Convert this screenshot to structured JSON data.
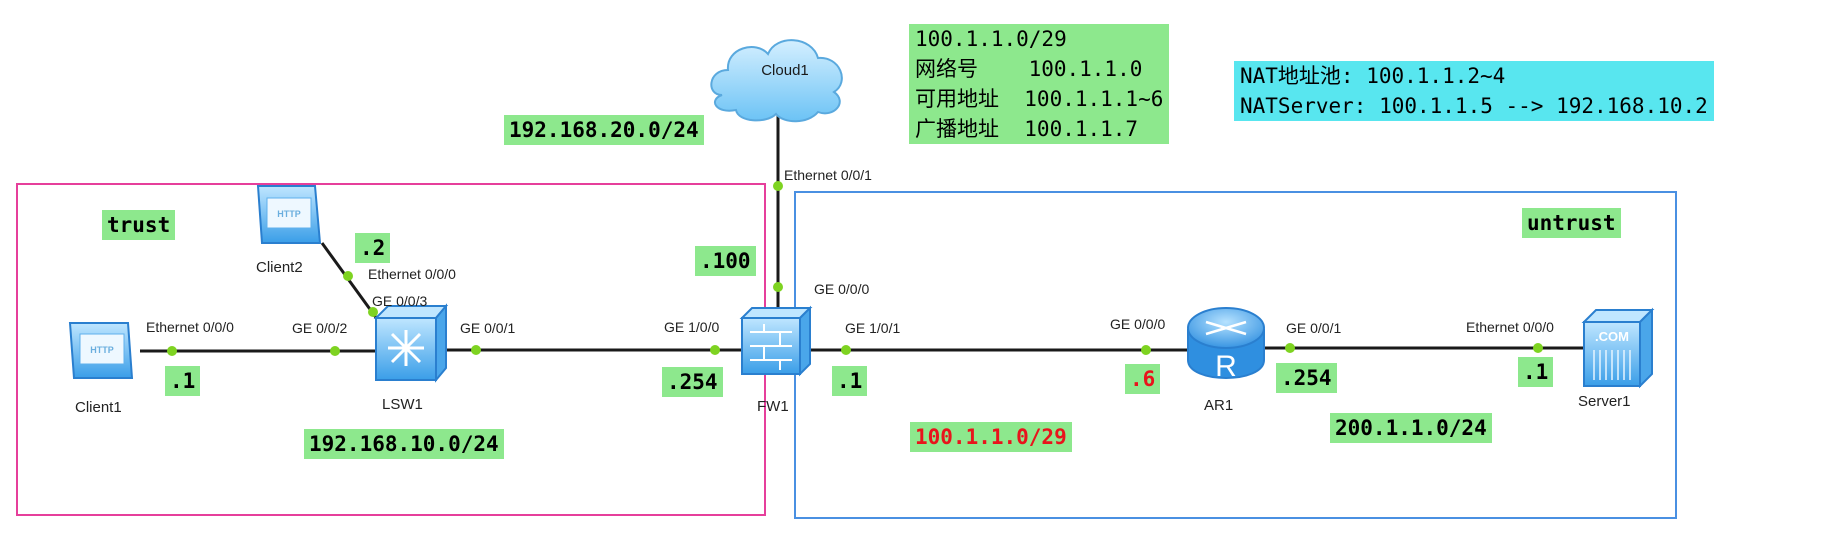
{
  "zones": {
    "trust": {
      "label": "trust",
      "color": "#e63f9b"
    },
    "untrust": {
      "label": "untrust",
      "color": "#4a90e2"
    }
  },
  "devices": {
    "client1": "Client1",
    "client2": "Client2",
    "lsw1": "LSW1",
    "fw1": "FW1",
    "ar1": "AR1",
    "server1": "Server1",
    "cloud1": "Cloud1"
  },
  "icon_text": {
    "http": "HTTP",
    "com": ".COM",
    "router": "R"
  },
  "ports": {
    "client1_eth": "Ethernet 0/0/0",
    "client2_eth": "Ethernet 0/0/0",
    "lsw1_ge003": "GE 0/0/3",
    "lsw1_ge002": "GE 0/0/2",
    "lsw1_ge001": "GE 0/0/1",
    "fw1_ge100": "GE 1/0/0",
    "fw1_ge101": "GE 1/0/1",
    "fw1_ge000": "GE 0/0/0",
    "cloud1_eth": "Ethernet 0/0/1",
    "ar1_ge000": "GE 0/0/0",
    "ar1_ge001": "GE 0/0/1",
    "server1_eth": "Ethernet 0/0/0"
  },
  "host_ids": {
    "client1": ".1",
    "client2": ".2",
    "fw1_inside": ".254",
    "fw1_outside": ".1",
    "fw1_cloud": ".100",
    "ar1_inside": ".6",
    "ar1_outside": ".254",
    "server1": ".1"
  },
  "networks": {
    "trust_lan": "192.168.10.0/24",
    "cloud_net": "192.168.20.0/24",
    "public_link": "100.1.1.0/29",
    "server_net": "200.1.1.0/24"
  },
  "subnet_info": [
    "100.1.1.0/29",
    "网络号    100.1.1.0",
    "可用地址  100.1.1.1~6",
    "广播地址  100.1.1.7"
  ],
  "nat_info": [
    "NAT地址池: 100.1.1.2~4",
    "NATServer: 100.1.1.5 --> 192.168.10.2"
  ],
  "colors": {
    "label_bg": "#8de88d",
    "nat_bg": "#58e6ef",
    "link": "#1a1a1a",
    "port_dot": "#7ed321",
    "highlight_text": "#e8141c"
  }
}
